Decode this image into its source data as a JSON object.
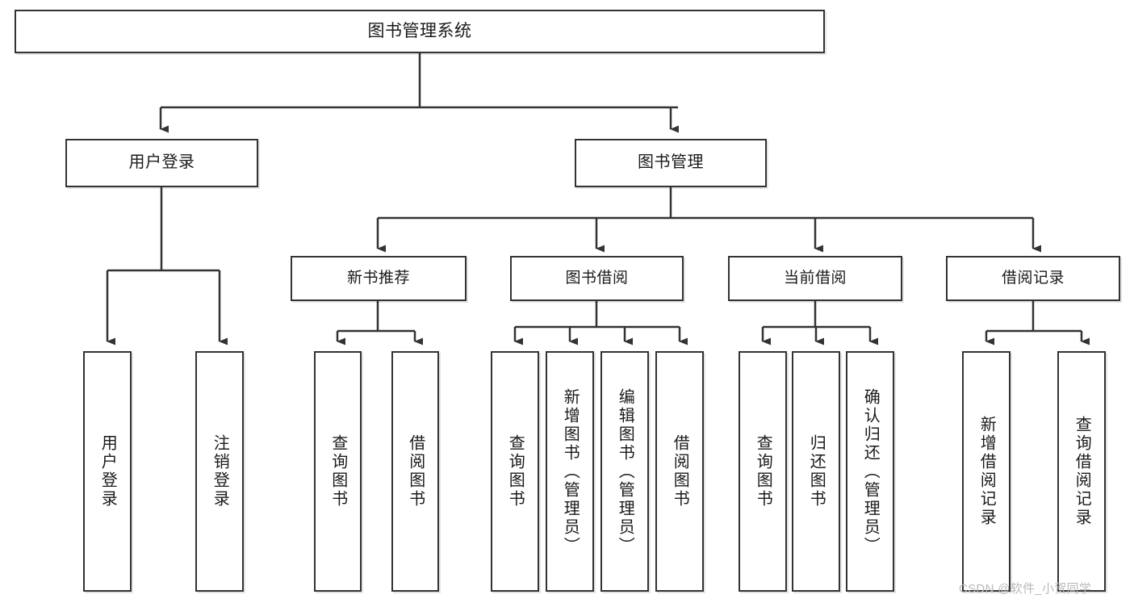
{
  "diagram": {
    "title_text": "图书管理系统",
    "stroke_color": "#333333",
    "fill_color": "#ffffff",
    "text_color": "#1a1a1a",
    "watermark": "CSDN @软件_小贺同学"
  },
  "nodes": {
    "root": {
      "label": "图书管理系统"
    },
    "level1": [
      {
        "label": "用户登录"
      },
      {
        "label": "图书管理"
      }
    ],
    "level2": [
      {
        "label": "新书推荐"
      },
      {
        "label": "图书借阅"
      },
      {
        "label": "当前借阅"
      },
      {
        "label": "借阅记录"
      }
    ],
    "leaves": {
      "user_login": [
        {
          "label": "用户登录"
        },
        {
          "label": "注销登录"
        }
      ],
      "new_book_recommend": [
        {
          "label": "查询图书"
        },
        {
          "label": "借阅图书"
        }
      ],
      "book_borrow": [
        {
          "label": "查询图书"
        },
        {
          "label": "新增图书（管理员）"
        },
        {
          "label": "编辑图书（管理员）"
        },
        {
          "label": "借阅图书"
        }
      ],
      "current_borrow": [
        {
          "label": "查询图书"
        },
        {
          "label": "归还图书"
        },
        {
          "label": "确认归还（管理员）"
        }
      ],
      "borrow_record": [
        {
          "label": "新增借阅记录"
        },
        {
          "label": "查询借阅记录"
        }
      ]
    }
  },
  "chart_data": {
    "type": "diagram",
    "subtype": "tree-hierarchy",
    "title": "图书管理系统",
    "orientation": "top-down",
    "edge_style": "orthogonal-with-arrowheads",
    "tree": {
      "name": "图书管理系统",
      "children": [
        {
          "name": "用户登录",
          "children": [
            {
              "name": "用户登录"
            },
            {
              "name": "注销登录"
            }
          ]
        },
        {
          "name": "图书管理",
          "children": [
            {
              "name": "新书推荐",
              "children": [
                {
                  "name": "查询图书"
                },
                {
                  "name": "借阅图书"
                }
              ]
            },
            {
              "name": "图书借阅",
              "children": [
                {
                  "name": "查询图书"
                },
                {
                  "name": "新增图书（管理员）"
                },
                {
                  "name": "编辑图书（管理员）"
                },
                {
                  "name": "借阅图书"
                }
              ]
            },
            {
              "name": "当前借阅",
              "children": [
                {
                  "name": "查询图书"
                },
                {
                  "name": "归还图书"
                },
                {
                  "name": "确认归还（管理员）"
                }
              ]
            },
            {
              "name": "借阅记录",
              "children": [
                {
                  "name": "新增借阅记录"
                },
                {
                  "name": "查询借阅记录"
                }
              ]
            }
          ]
        }
      ]
    },
    "depth": 4,
    "node_count": 18,
    "leaf_count": 13
  }
}
